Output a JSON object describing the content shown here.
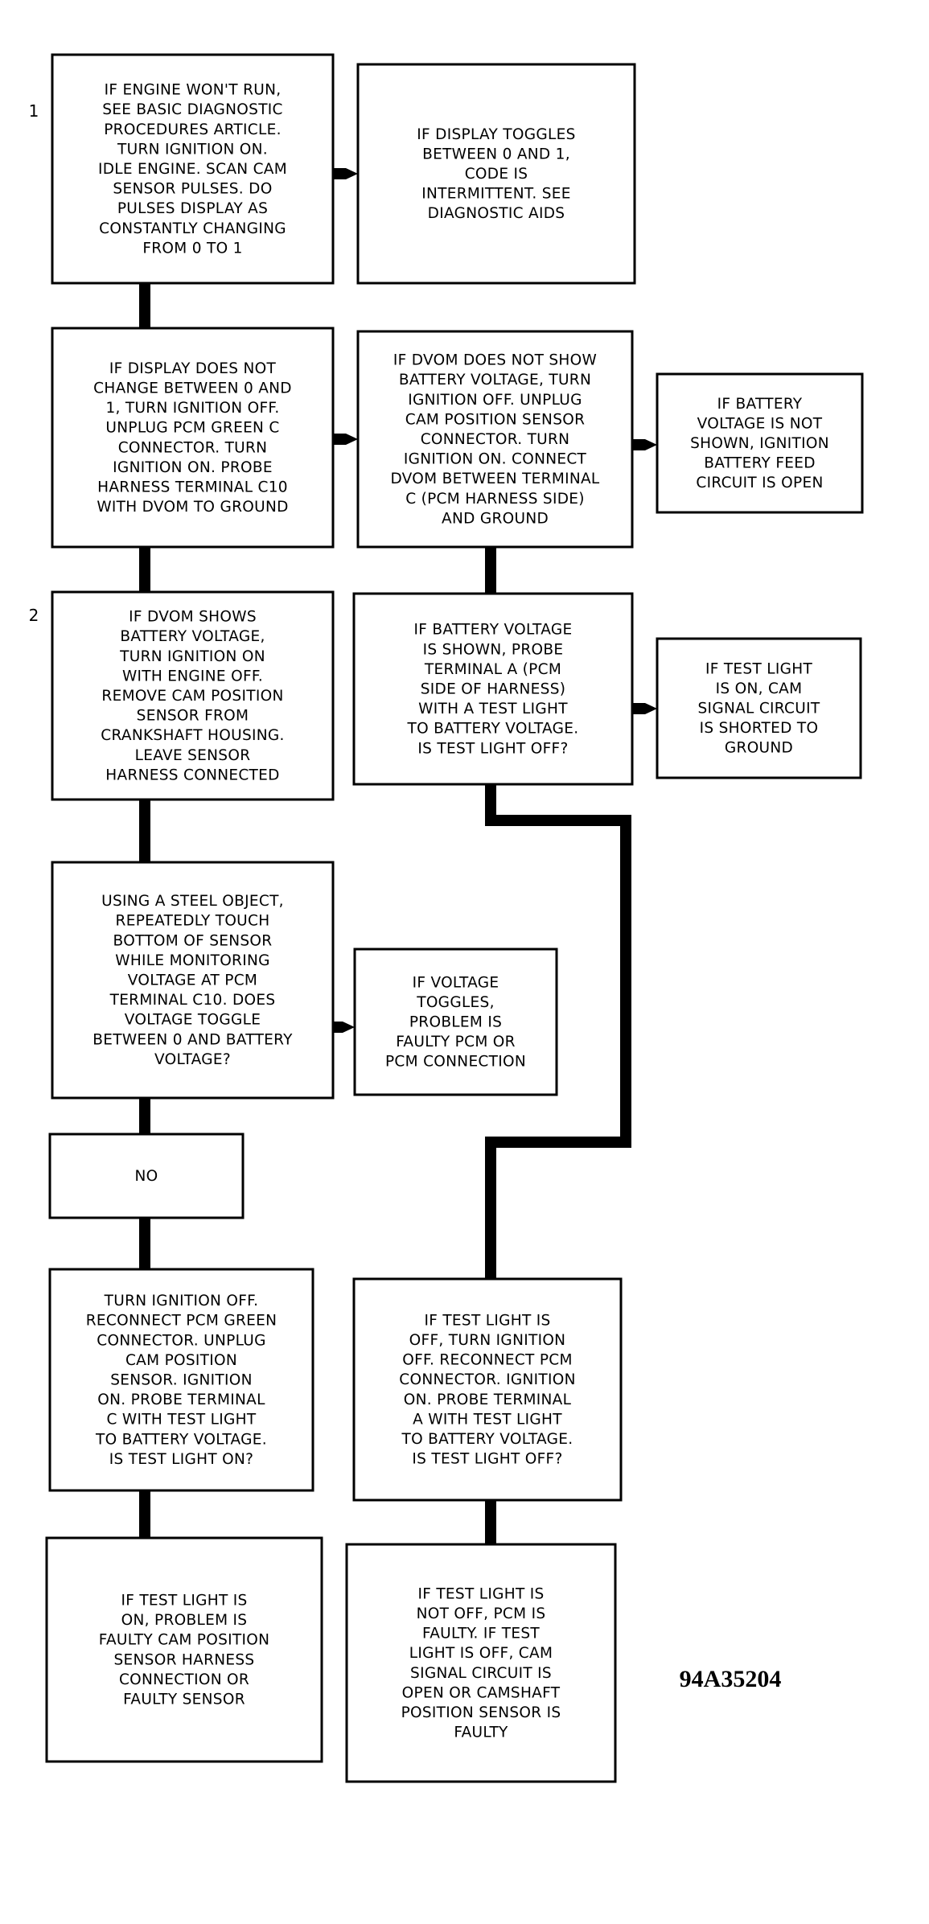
{
  "figure_id": "94A35204",
  "step_numbers": [
    {
      "id": "s1",
      "label": "1"
    },
    {
      "id": "s2",
      "label": "2"
    }
  ],
  "boxes": [
    {
      "id": "b1",
      "lines": [
        "IF ENGINE WON'T RUN,",
        "SEE BASIC DIAGNOSTIC",
        "PROCEDURES ARTICLE.",
        "TURN IGNITION ON.",
        "IDLE ENGINE. SCAN CAM",
        "SENSOR PULSES. DO",
        "PULSES DISPLAY AS",
        "CONSTANTLY CHANGING",
        "FROM 0 TO 1"
      ]
    },
    {
      "id": "b2",
      "lines": [
        "IF DISPLAY TOGGLES",
        "BETWEEN 0 AND 1,",
        "CODE IS",
        "INTERMITTENT. SEE",
        "DIAGNOSTIC AIDS"
      ]
    },
    {
      "id": "b3",
      "lines": [
        "IF DISPLAY DOES NOT",
        "CHANGE BETWEEN 0 AND",
        "1, TURN IGNITION OFF.",
        "UNPLUG PCM GREEN C",
        "CONNECTOR. TURN",
        "IGNITION ON. PROBE",
        "HARNESS TERMINAL C10",
        "WITH DVOM TO GROUND"
      ]
    },
    {
      "id": "b4",
      "lines": [
        "IF DVOM DOES NOT SHOW",
        "BATTERY VOLTAGE, TURN",
        "IGNITION OFF. UNPLUG",
        "CAM POSITION SENSOR",
        "CONNECTOR. TURN",
        "IGNITION ON. CONNECT",
        "DVOM BETWEEN TERMINAL",
        "C (PCM HARNESS SIDE)",
        "AND GROUND"
      ]
    },
    {
      "id": "b5",
      "lines": [
        "IF BATTERY",
        "VOLTAGE IS NOT",
        "SHOWN, IGNITION",
        "BATTERY FEED",
        "CIRCUIT IS OPEN"
      ]
    },
    {
      "id": "b6",
      "lines": [
        "IF DVOM SHOWS",
        "BATTERY VOLTAGE,",
        "TURN IGNITION ON",
        "WITH ENGINE OFF.",
        "REMOVE CAM POSITION",
        "SENSOR FROM",
        "CRANKSHAFT HOUSING.",
        "LEAVE SENSOR",
        "HARNESS CONNECTED"
      ]
    },
    {
      "id": "b7",
      "lines": [
        "IF BATTERY VOLTAGE",
        "IS SHOWN, PROBE",
        "TERMINAL A (PCM",
        "SIDE OF HARNESS)",
        "WITH A TEST LIGHT",
        "TO BATTERY VOLTAGE.",
        "IS TEST LIGHT OFF?"
      ]
    },
    {
      "id": "b8",
      "lines": [
        "IF TEST LIGHT",
        "IS ON, CAM",
        "SIGNAL CIRCUIT",
        "IS SHORTED TO",
        "GROUND"
      ]
    },
    {
      "id": "b9",
      "lines": [
        "USING A STEEL OBJECT,",
        "REPEATEDLY TOUCH",
        "BOTTOM OF SENSOR",
        "WHILE MONITORING",
        "VOLTAGE AT PCM",
        "TERMINAL C10. DOES",
        "VOLTAGE TOGGLE",
        "BETWEEN 0 AND BATTERY",
        "VOLTAGE?"
      ]
    },
    {
      "id": "b10",
      "lines": [
        "IF VOLTAGE",
        "TOGGLES,",
        "PROBLEM IS",
        "FAULTY PCM OR",
        "PCM CONNECTION"
      ]
    },
    {
      "id": "b11",
      "lines": [
        "NO"
      ]
    },
    {
      "id": "b12",
      "lines": [
        "TURN IGNITION OFF.",
        "RECONNECT PCM GREEN",
        "CONNECTOR. UNPLUG",
        "CAM POSITION",
        "SENSOR. IGNITION",
        "ON. PROBE TERMINAL",
        "C WITH TEST LIGHT",
        "TO BATTERY VOLTAGE.",
        "IS TEST LIGHT ON?"
      ]
    },
    {
      "id": "b13",
      "lines": [
        "IF TEST LIGHT IS",
        "OFF, TURN IGNITION",
        "OFF. RECONNECT PCM",
        "CONNECTOR. IGNITION",
        "ON. PROBE TERMINAL",
        "A WITH TEST LIGHT",
        "TO BATTERY VOLTAGE.",
        "IS TEST LIGHT OFF?"
      ]
    },
    {
      "id": "b14",
      "lines": [
        "IF TEST LIGHT IS",
        "ON, PROBLEM IS",
        "FAULTY CAM POSITION",
        "SENSOR HARNESS",
        "CONNECTION OR",
        "FAULTY SENSOR"
      ]
    },
    {
      "id": "b15",
      "lines": [
        "IF TEST LIGHT IS",
        "NOT OFF, PCM IS",
        "FAULTY. IF TEST",
        "LIGHT IS OFF, CAM",
        "SIGNAL CIRCUIT IS",
        "OPEN OR CAMSHAFT",
        "POSITION SENSOR IS",
        "FAULTY"
      ]
    }
  ],
  "connectors": [
    {
      "from": "b1",
      "to": "b2"
    },
    {
      "from": "b1",
      "to": "b3"
    },
    {
      "from": "b3",
      "to": "b4"
    },
    {
      "from": "b4",
      "to": "b5"
    },
    {
      "from": "b3",
      "to": "b6"
    },
    {
      "from": "b4",
      "to": "b7"
    },
    {
      "from": "b7",
      "to": "b8"
    },
    {
      "from": "b6",
      "to": "b9"
    },
    {
      "from": "b9",
      "to": "b10"
    },
    {
      "from": "b9",
      "to": "b11"
    },
    {
      "from": "b11",
      "to": "b12"
    },
    {
      "from": "b7",
      "to": "b13"
    },
    {
      "from": "b12",
      "to": "b14"
    },
    {
      "from": "b13",
      "to": "b15"
    }
  ]
}
